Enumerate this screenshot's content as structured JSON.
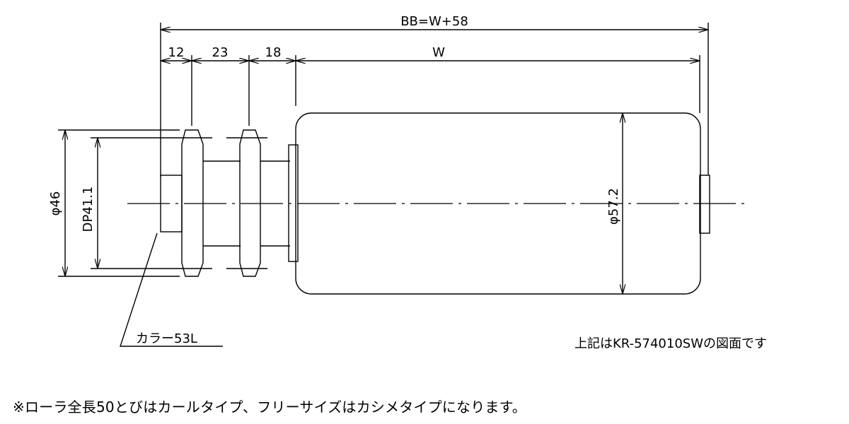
{
  "dimensions": {
    "overall": "BB=W+58",
    "segment_1": "12",
    "segment_2": "23",
    "segment_3": "18",
    "segment_w": "W"
  },
  "diameters": {
    "sprocket_outer": "φ46",
    "sprocket_pitch": "DP41.1",
    "roller": "φ57.2"
  },
  "labels": {
    "collar": "カラー53L",
    "drawing_ref": "上記はKR-574010SWの図面です"
  },
  "footnote": "※ローラ全長50とびはカールタイプ、フリーサイズはカシメタイプになります。"
}
